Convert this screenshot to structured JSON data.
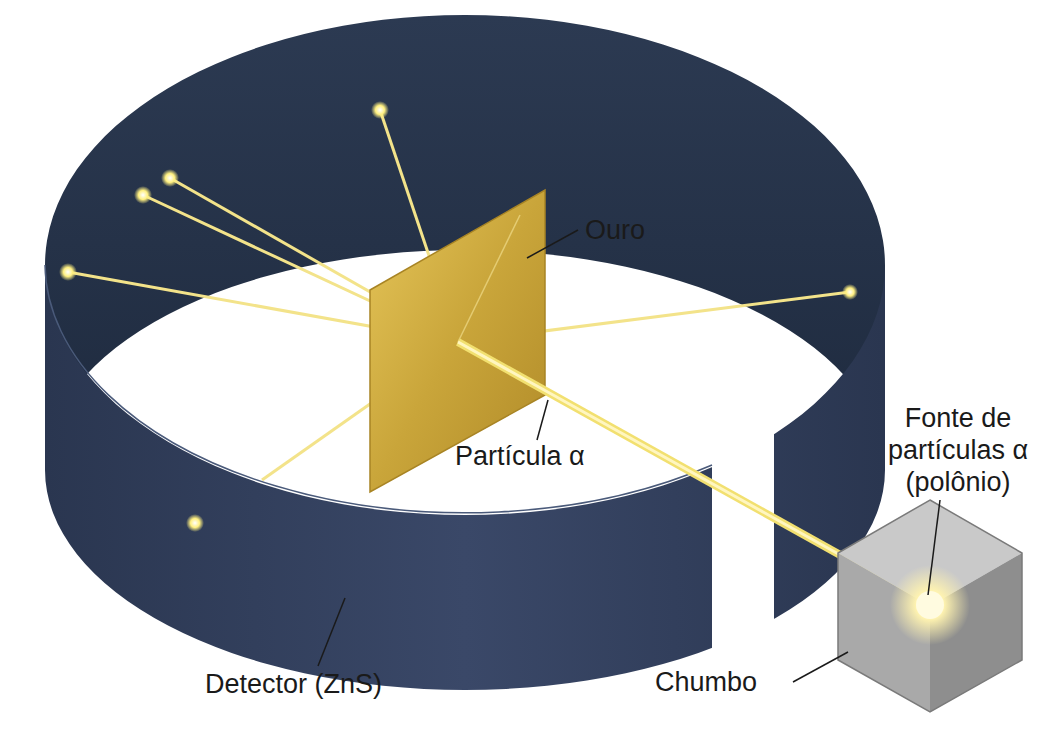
{
  "diagram": {
    "labels": [
      "Ouro",
      "Partícula α",
      "Fonte de partículas α (polônio)",
      "Chumbo",
      "Detector (ZnS)"
    ]
  }
}
